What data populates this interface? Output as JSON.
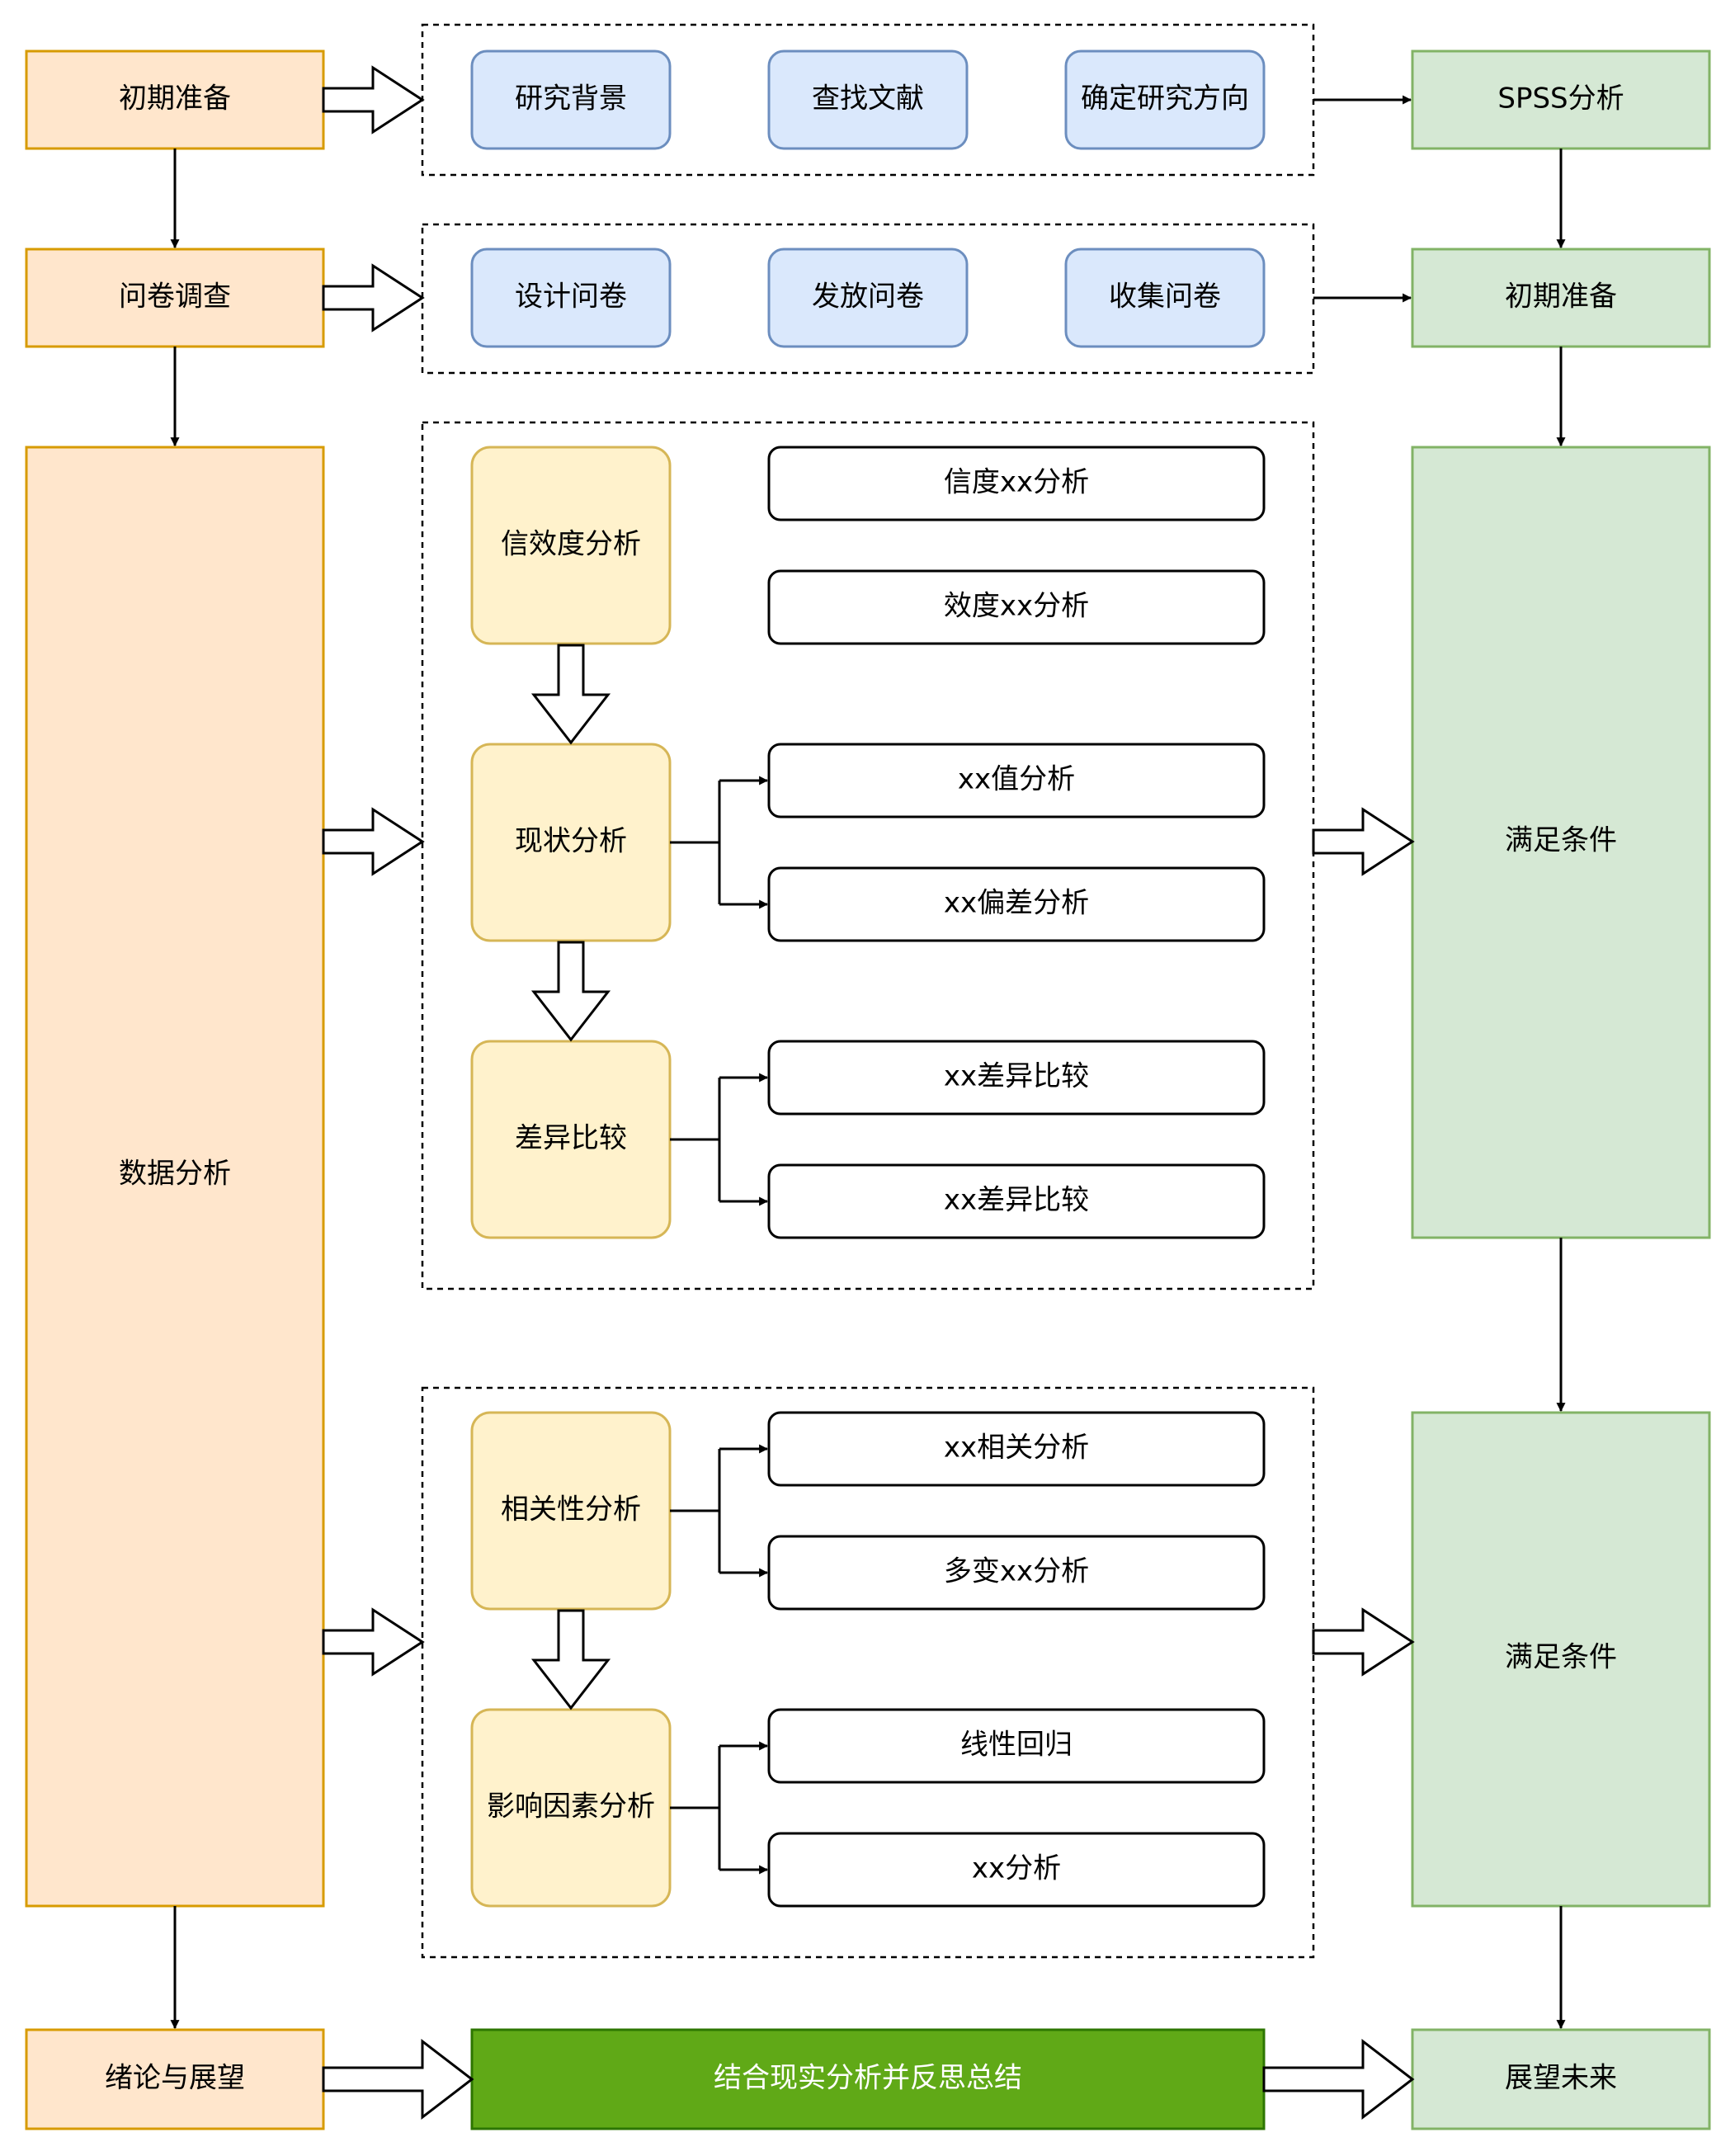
{
  "colors": {
    "orange_fill": "#ffe6cc",
    "orange_stroke": "#d79b00",
    "green_fill": "#d5e8d4",
    "green_stroke": "#82b366",
    "blue_fill": "#dae8fc",
    "blue_stroke": "#6c8ebf",
    "yellow_fill": "#fff2cc",
    "yellow_stroke": "#d6b656",
    "dark_green_fill": "#60a917",
    "dark_green_stroke": "#2d7600",
    "line": "#000000"
  },
  "left_column": {
    "prep": "初期准备",
    "survey": "问卷调查",
    "analysis": "数据分析",
    "conclusion": "绪论与展望"
  },
  "right_column": {
    "spss": "SPSS分析",
    "prep": "初期准备",
    "cond1": "满足条件",
    "cond2": "满足条件",
    "future": "展望未来"
  },
  "stage_prep": [
    "研究背景",
    "查找文献",
    "确定研究方向"
  ],
  "stage_survey": [
    "设计问卷",
    "发放问卷",
    "收集问卷"
  ],
  "stage_analysis": {
    "reliability": {
      "title": "信效度分析",
      "items": [
        "信度xx分析",
        "效度xx分析"
      ]
    },
    "status": {
      "title": "现状分析",
      "items": [
        "xx值分析",
        "xx偏差分析"
      ]
    },
    "difference": {
      "title": "差异比较",
      "items": [
        "xx差异比较",
        "xx差异比较"
      ]
    }
  },
  "stage_factor": {
    "correlation": {
      "title": "相关性分析",
      "items": [
        "xx相关分析",
        "多变xx分析"
      ]
    },
    "influence": {
      "title": "影响因素分析",
      "items": [
        "线性回归",
        "xx分析"
      ]
    }
  },
  "summary": "结合现实分析并反思总结"
}
